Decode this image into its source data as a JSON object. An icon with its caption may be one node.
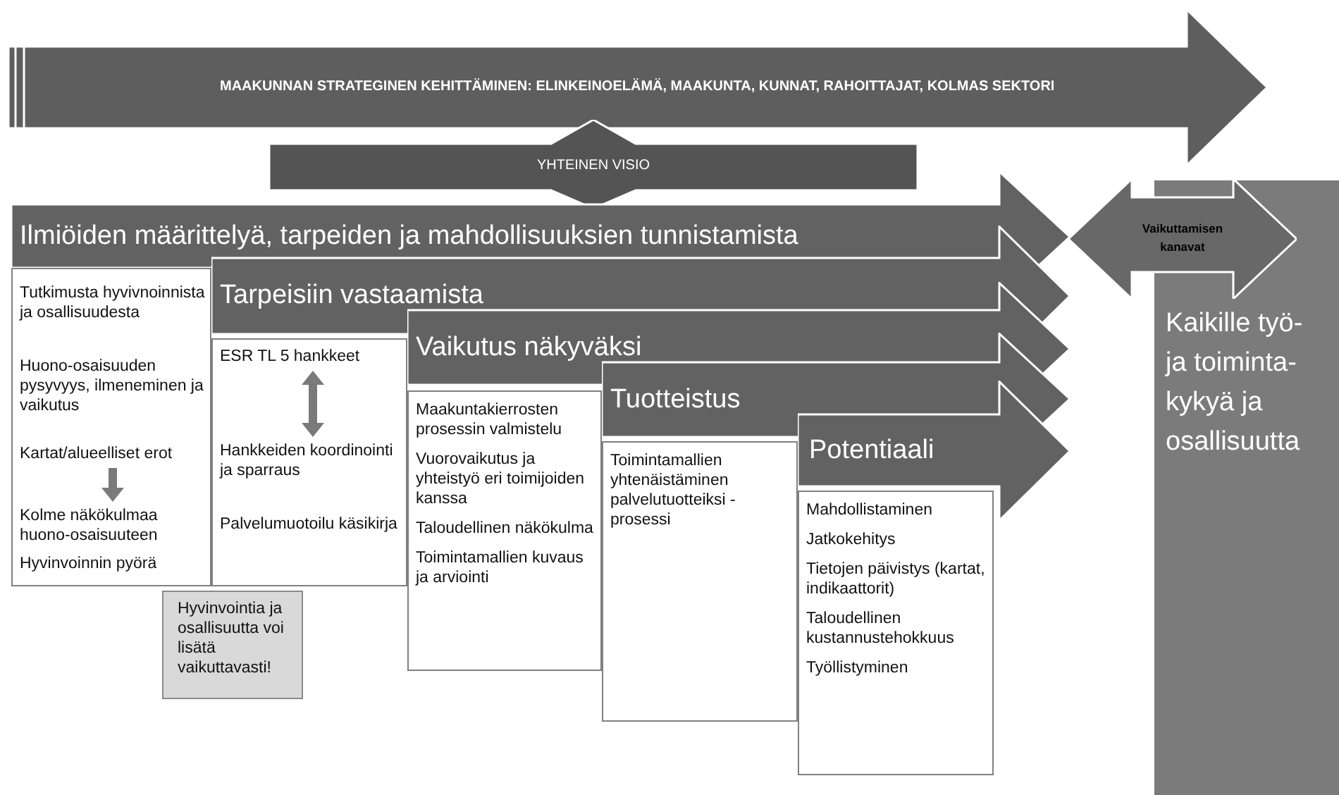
{
  "diagram": {
    "nodes": [
      {
        "text": [
          "MAAKUNNAN STRATEGINEN KEHITTÄMINEN: ELINKEINOELÄMÄ, MAAKUNTA, KUNNAT, RAHOITTAJAT, KOLMAS SEKTORI"
        ]
      },
      {
        "text": [
          "YHTEINEN VISIO"
        ]
      },
      {
        "text": [
          "Ilmiöiden määrittelyä, tarpeiden ja mahdollisuuksien tunnistamista"
        ]
      },
      {
        "text": [],
        "shape": "box"
      },
      {
        "text": [
          "Tutkimusta hyvivnoinnista ja osallisuudesta"
        ],
        "in": 3
      },
      {
        "text": [
          "Huono-osaisuuden pysyvyys, ilmeneminen ja vaikutus"
        ],
        "in": 3
      },
      {
        "text": [
          "Kartat/alueelliset erot"
        ],
        "in": 3
      },
      {
        "text": [
          "Kolme näkökulmaa huono-osaisuuteen"
        ],
        "in": 3
      },
      {
        "text": [
          "Hyvinvoinnin pyörä"
        ],
        "in": 3
      },
      {
        "text": [
          "Tarpeisiin vastaamista"
        ]
      },
      {
        "text": [],
        "shape": "box"
      },
      {
        "text": [
          "ESR TL 5 hankkeet"
        ],
        "in": 10
      },
      {
        "text": [
          "Hankkeiden koordinointi ja sparraus"
        ],
        "in": 10
      },
      {
        "text": [
          "Palvelumuotoilu käsikirja"
        ],
        "in": 10
      },
      {
        "text": [
          "Hyvinvointia ja osallisuutta voi lisätä vaikuttavasti!"
        ]
      },
      {
        "text": [
          "Vaikutus näkyväksi"
        ]
      },
      {
        "text": [
          "Maakuntakierrosten prosessin valmistelu",
          "Vuorovaikutus ja yhteistyö eri toimijoiden kanssa",
          "Taloudellinen näkökulma",
          "Toimintamallien kuvaus ja arviointi"
        ]
      },
      {
        "text": [
          "Tuotteistus"
        ]
      },
      {
        "text": [
          "Toimintamallien yhtenäistäminen palvelutuotteiksi - prosessi"
        ]
      },
      {
        "text": [
          "Potentiaali"
        ]
      },
      {
        "text": [
          "Mahdollistaminen",
          "Jatkokehitys",
          "Tietojen päivistys (kartat, indikaattorit)",
          "Taloudellinen kustannustehokkuus",
          "Työllistyminen"
        ]
      },
      {
        "text": [
          "Vaikuttamisen kanavat"
        ]
      },
      {
        "text": [
          "Kaikille työ- ja toiminta- kykyä ja osallisuutta"
        ]
      }
    ],
    "edges": [
      {
        "from": 6,
        "to": 7,
        "arrow": "to"
      },
      {
        "from": 11,
        "to": 12,
        "arrow": "both"
      }
    ]
  }
}
